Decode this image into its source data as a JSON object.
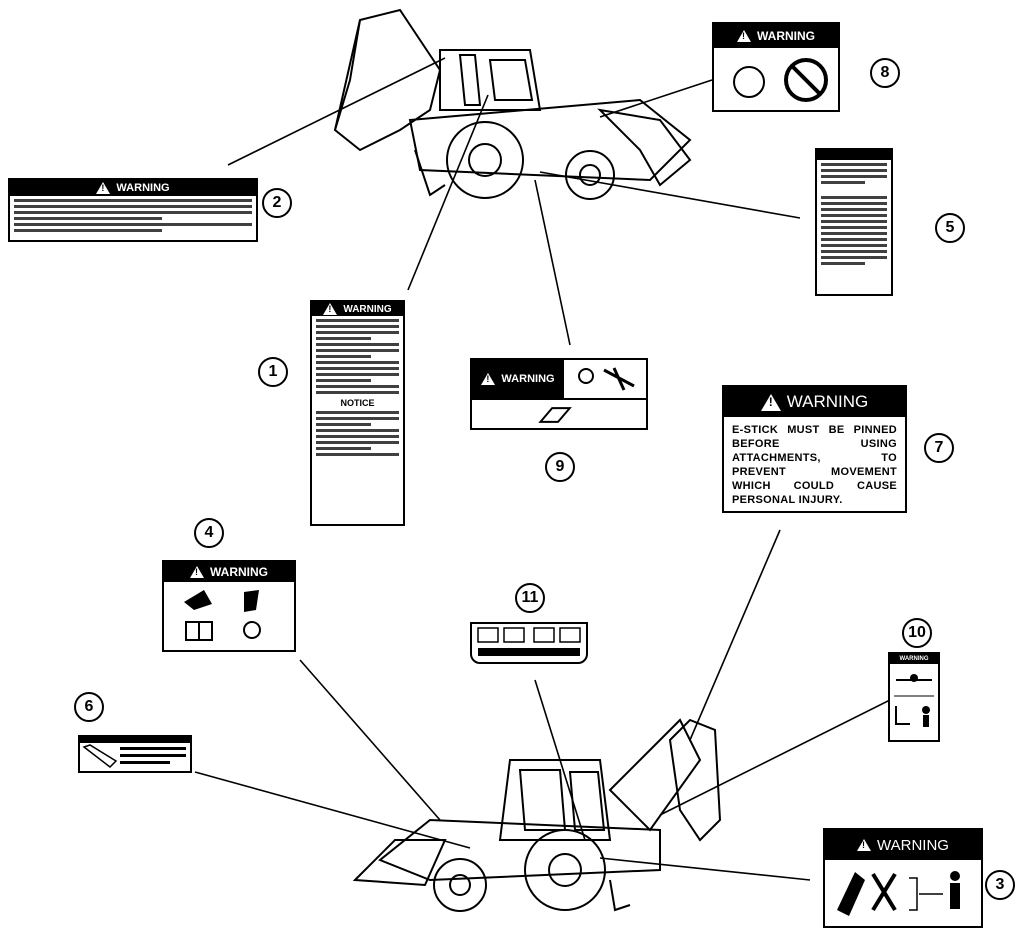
{
  "callouts": [
    "1",
    "2",
    "3",
    "4",
    "5",
    "6",
    "7",
    "8",
    "9",
    "10",
    "11"
  ],
  "decals": {
    "d2": {
      "header": "WARNING"
    },
    "d1": {
      "header": "WARNING",
      "notice": "NOTICE"
    },
    "d4": {
      "header": "WARNING"
    },
    "d3": {
      "header": "WARNING"
    },
    "d7": {
      "header": "WARNING",
      "text": "E-STICK MUST BE PINNED BEFORE USING ATTACHMENTS, TO PREVENT MOVEMENT WHICH COULD CAUSE PERSONAL INJURY."
    },
    "d8": {
      "header": "WARNING"
    },
    "d9": {
      "header": "WARNING"
    },
    "d10": {
      "header": "WARNING"
    }
  }
}
